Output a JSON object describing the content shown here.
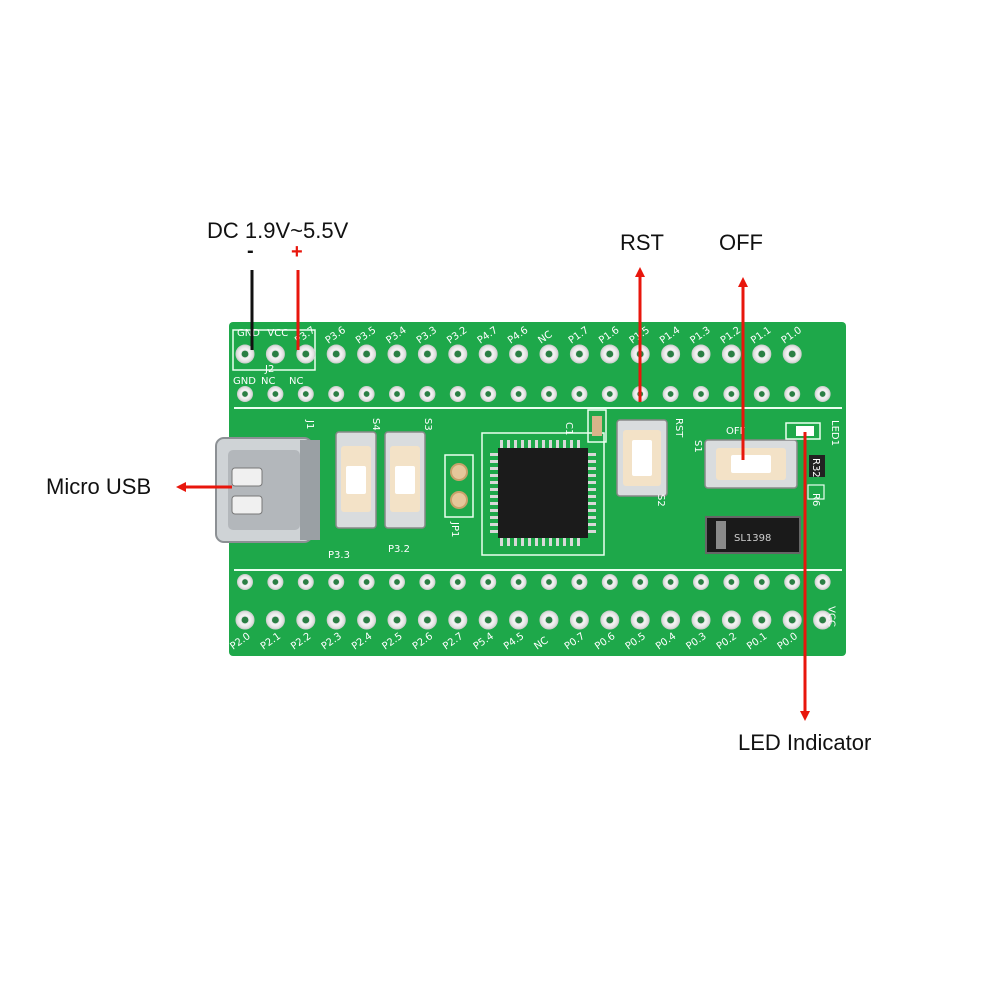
{
  "callouts": {
    "dc": "DC 1.9V~5.5V",
    "minus": "-",
    "plus": "+",
    "rst": "RST",
    "off": "OFF",
    "usb": "Micro USB",
    "led": "LED Indicator"
  },
  "board": {
    "top_pins": [
      "GND",
      "VCC",
      "P3.7",
      "P3.6",
      "P3.5",
      "P3.4",
      "P3.3",
      "P3.2",
      "P4.7",
      "P4.6",
      "NC",
      "P1.7",
      "P1.6",
      "P1.5",
      "P1.4",
      "P1.3",
      "P1.2",
      "P1.1",
      "P1.0"
    ],
    "top_inner": [
      "GND",
      "NC",
      "NC"
    ],
    "bottom_pins": [
      "P2.0",
      "P2.1",
      "P2.2",
      "P2.3",
      "P2.4",
      "P2.5",
      "P2.6",
      "P2.7",
      "P5.4",
      "P4.5",
      "NC",
      "P0.7",
      "P0.6",
      "P0.5",
      "P0.4",
      "P0.3",
      "P0.2",
      "P0.1",
      "P0.0",
      "VCC"
    ],
    "j2_label": "J2",
    "j1_label": "J1",
    "s4_label": "S4",
    "s3_label": "S3",
    "p33_label": "P3.3",
    "p32_label": "P3.2",
    "jp1_label": "JP1",
    "c1_label": "C1",
    "rst_label": "RST",
    "s2_label": "S2",
    "s1_label": "S1",
    "off_label": "OFF",
    "led1_label": "LED1",
    "r6_label": "R6",
    "r32_label": "R32",
    "diode_text": "SL1398"
  },
  "colors": {
    "pcb": "#1ea84a",
    "arrow": "#e8160c",
    "pad": "#f1f1f1"
  }
}
